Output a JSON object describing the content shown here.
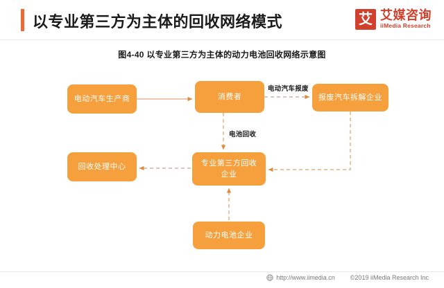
{
  "header": {
    "title": "以专业第三方为主体的回收网络模式",
    "accent_bar_color": "#eb6a35",
    "logo": {
      "mark_glyph": "艾",
      "name_cn": "艾媒咨询",
      "name_en": "iiMedia Research",
      "color": "#d0402c"
    }
  },
  "figure": {
    "caption": "图4-40 以专业第三方为主体的动力电池回收网络示意图",
    "node_color": "#f5a03c",
    "edge_color": "#e08a3c",
    "nodes": [
      {
        "id": "maker",
        "label": "电动汽车生产商"
      },
      {
        "id": "consumer",
        "label": "消费者"
      },
      {
        "id": "dismantle",
        "label": "报废汽车拆解企业"
      },
      {
        "id": "third",
        "label_line1": "专业第三方回收",
        "label_line2": "企业"
      },
      {
        "id": "center",
        "label": "回收处理中心"
      },
      {
        "id": "battery",
        "label": "动力电池企业"
      }
    ],
    "edge_labels": {
      "scrap": "电动汽车报废",
      "recycle": "电池回收"
    }
  },
  "footer": {
    "url": "http://www.iimedia.cn",
    "copyright": "©2019  iiMedia Research  Inc"
  }
}
